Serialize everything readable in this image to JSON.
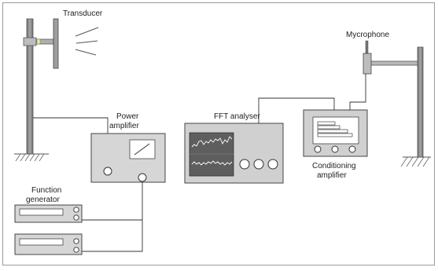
{
  "diagram": {
    "labels": {
      "transducer": "Transducer",
      "power_amp_line1": "Power",
      "power_amp_line2": "amplifier",
      "fft_analyser": "FFT analyser",
      "mycrophone": "Mycrophone",
      "conditioning_line1": "Conditioning",
      "conditioning_line2": "amplifier",
      "function_gen_line1": "Function",
      "function_gen_line2": "generator"
    },
    "colors": {
      "device_fill": "#d6d6d6",
      "screen_fill": "#5e5e5e",
      "wire": "#333333",
      "transducer_accent": "#f2ee7a"
    }
  }
}
